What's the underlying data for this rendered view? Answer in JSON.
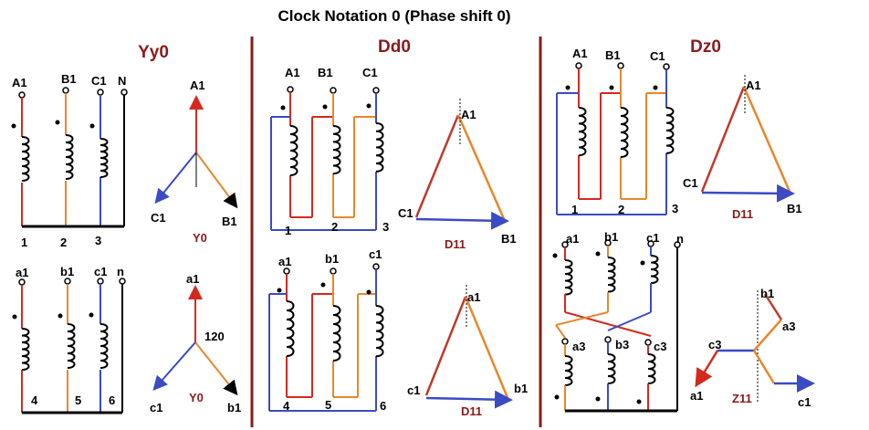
{
  "title": "Clock Notation 0 (Phase shift 0)",
  "sections": {
    "yy0": {
      "heading": "Yy0",
      "primary_terminals": [
        "A1",
        "B1",
        "C1",
        "N"
      ],
      "primary_numbers": [
        "1",
        "2",
        "3"
      ],
      "secondary_terminals": [
        "a1",
        "b1",
        "c1",
        "n"
      ],
      "secondary_numbers": [
        "4",
        "5",
        "6"
      ],
      "phasor_primary": {
        "top": "A1",
        "left": "C1",
        "right": "B1",
        "caption": "Y0"
      },
      "phasor_secondary": {
        "top": "a1",
        "left": "c1",
        "right": "b1",
        "caption": "Y0",
        "angle": "120"
      }
    },
    "dd0": {
      "heading": "Dd0",
      "primary_terminals": [
        "A1",
        "B1",
        "C1"
      ],
      "primary_numbers": [
        "1",
        "2",
        "3"
      ],
      "secondary_terminals": [
        "a1",
        "b1",
        "c1"
      ],
      "secondary_numbers": [
        "4",
        "5",
        "6"
      ],
      "triangle_primary": {
        "top": "A1",
        "left": "C1",
        "right": "B1",
        "caption": "D11"
      },
      "triangle_secondary": {
        "top": "a1",
        "left": "c1",
        "right": "b1",
        "caption": "D11"
      }
    },
    "dz0": {
      "heading": "Dz0",
      "primary_terminals": [
        "A1",
        "B1",
        "C1"
      ],
      "primary_numbers": [
        "1",
        "2",
        "3"
      ],
      "secondary_top_terminals": [
        "a1",
        "b1",
        "c1",
        "n"
      ],
      "secondary_mid_terminals": [
        "a3",
        "b3",
        "c3"
      ],
      "triangle_primary": {
        "top": "A1",
        "left": "C1",
        "right": "B1",
        "caption": "D11"
      },
      "zigzag": {
        "top": "b1",
        "mid_right": "a3",
        "mid_left": "c3",
        "left": "a1",
        "right": "c1",
        "caption": "Z11"
      }
    }
  },
  "colors": {
    "phase_a": "#d42a1e",
    "phase_b": "#e8872b",
    "phase_c": "#3a4bc4",
    "wire": "#000000",
    "divider": "#8b1a1a",
    "heading": "#8b1a1a"
  }
}
